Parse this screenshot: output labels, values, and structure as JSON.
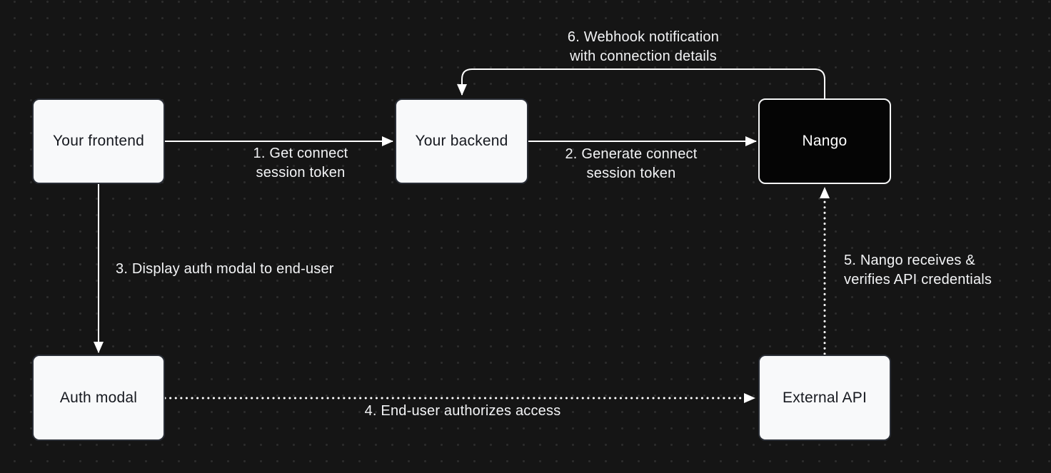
{
  "diagram": {
    "nodes": [
      {
        "id": "your-frontend",
        "label": "Your frontend"
      },
      {
        "id": "your-backend",
        "label": "Your backend"
      },
      {
        "id": "nango",
        "label": "Nango"
      },
      {
        "id": "auth-modal",
        "label": "Auth modal"
      },
      {
        "id": "external-api",
        "label": "External API"
      }
    ],
    "edges": [
      {
        "id": "get-connect-session-token",
        "from": "your-frontend",
        "to": "your-backend",
        "style": "solid",
        "label": "1. Get connect\nsession token"
      },
      {
        "id": "generate-connect-session-token",
        "from": "your-backend",
        "to": "nango",
        "style": "solid",
        "label": "2. Generate connect\nsession token"
      },
      {
        "id": "display-auth-modal",
        "from": "your-frontend",
        "to": "auth-modal",
        "style": "solid",
        "label": "3. Display auth modal to end-user"
      },
      {
        "id": "end-user-authorizes",
        "from": "auth-modal",
        "to": "external-api",
        "style": "dotted",
        "label": "4. End-user authorizes access"
      },
      {
        "id": "nango-verifies-credentials",
        "from": "external-api",
        "to": "nango",
        "style": "dotted",
        "label": "5. Nango receives &\nverifies API credentials"
      },
      {
        "id": "webhook-notification",
        "from": "nango",
        "to": "your-backend",
        "style": "solid",
        "label": "6. Webhook notification\nwith connection details"
      }
    ],
    "colors": {
      "canvas-bg": "#151515",
      "dot": "#2c2c2c",
      "node-fill": "#f8f9fa",
      "node-border": "#2a2e36",
      "node-text": "#16191f",
      "nango-fill": "#050505",
      "nango-border": "#f5f6f7",
      "nango-text": "#ffffff",
      "arrow": "#ffffff",
      "label-text": "#f3f4f6"
    }
  }
}
